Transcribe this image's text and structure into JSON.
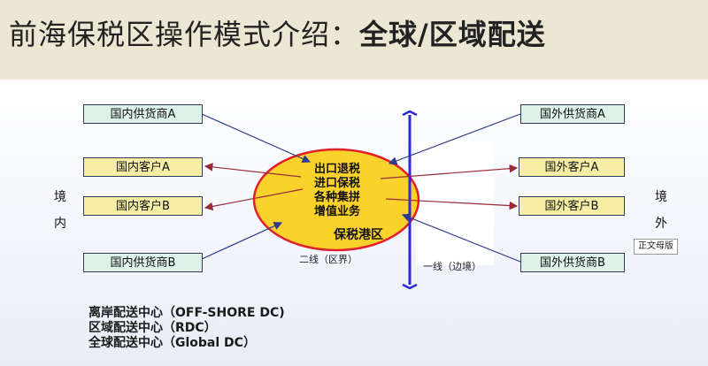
{
  "title": {
    "part1": "前海保税区操作模式介绍：",
    "part2": "全球/区域配送"
  },
  "boxes": {
    "domestic_supplier_a": "国内供货商A",
    "domestic_customer_a": "国内客户A",
    "domestic_customer_b": "国内客户B",
    "domestic_supplier_b": "国内供货商B",
    "foreign_supplier_a": "国外供货商A",
    "foreign_customer_a": "国外客户A",
    "foreign_customer_b": "国外客户B",
    "foreign_supplier_b": "国外供货商B"
  },
  "side_labels": {
    "left_top": "境",
    "left_bottom": "内",
    "right_top": "境",
    "right_bottom": "外"
  },
  "center": {
    "lines": [
      "出口退税",
      "进口保税",
      "各种集拼",
      "增值业务"
    ],
    "zone": "保税港区"
  },
  "line_labels": {
    "second_line": "二线（区界）",
    "first_line": "一线（边境）"
  },
  "badge": "正文母版",
  "notes": [
    "离岸配送中心（OFF-SHORE DC)",
    "区域配送中心（RDC）",
    "全球配送中心（Global DC）"
  ],
  "colors": {
    "ellipse_fill": "#fbd12c",
    "ellipse_stroke": "#e0202a",
    "border_line": "#2a2ad6",
    "arrow_blue": "#2c3b8c",
    "arrow_red": "#9a2a3a"
  }
}
